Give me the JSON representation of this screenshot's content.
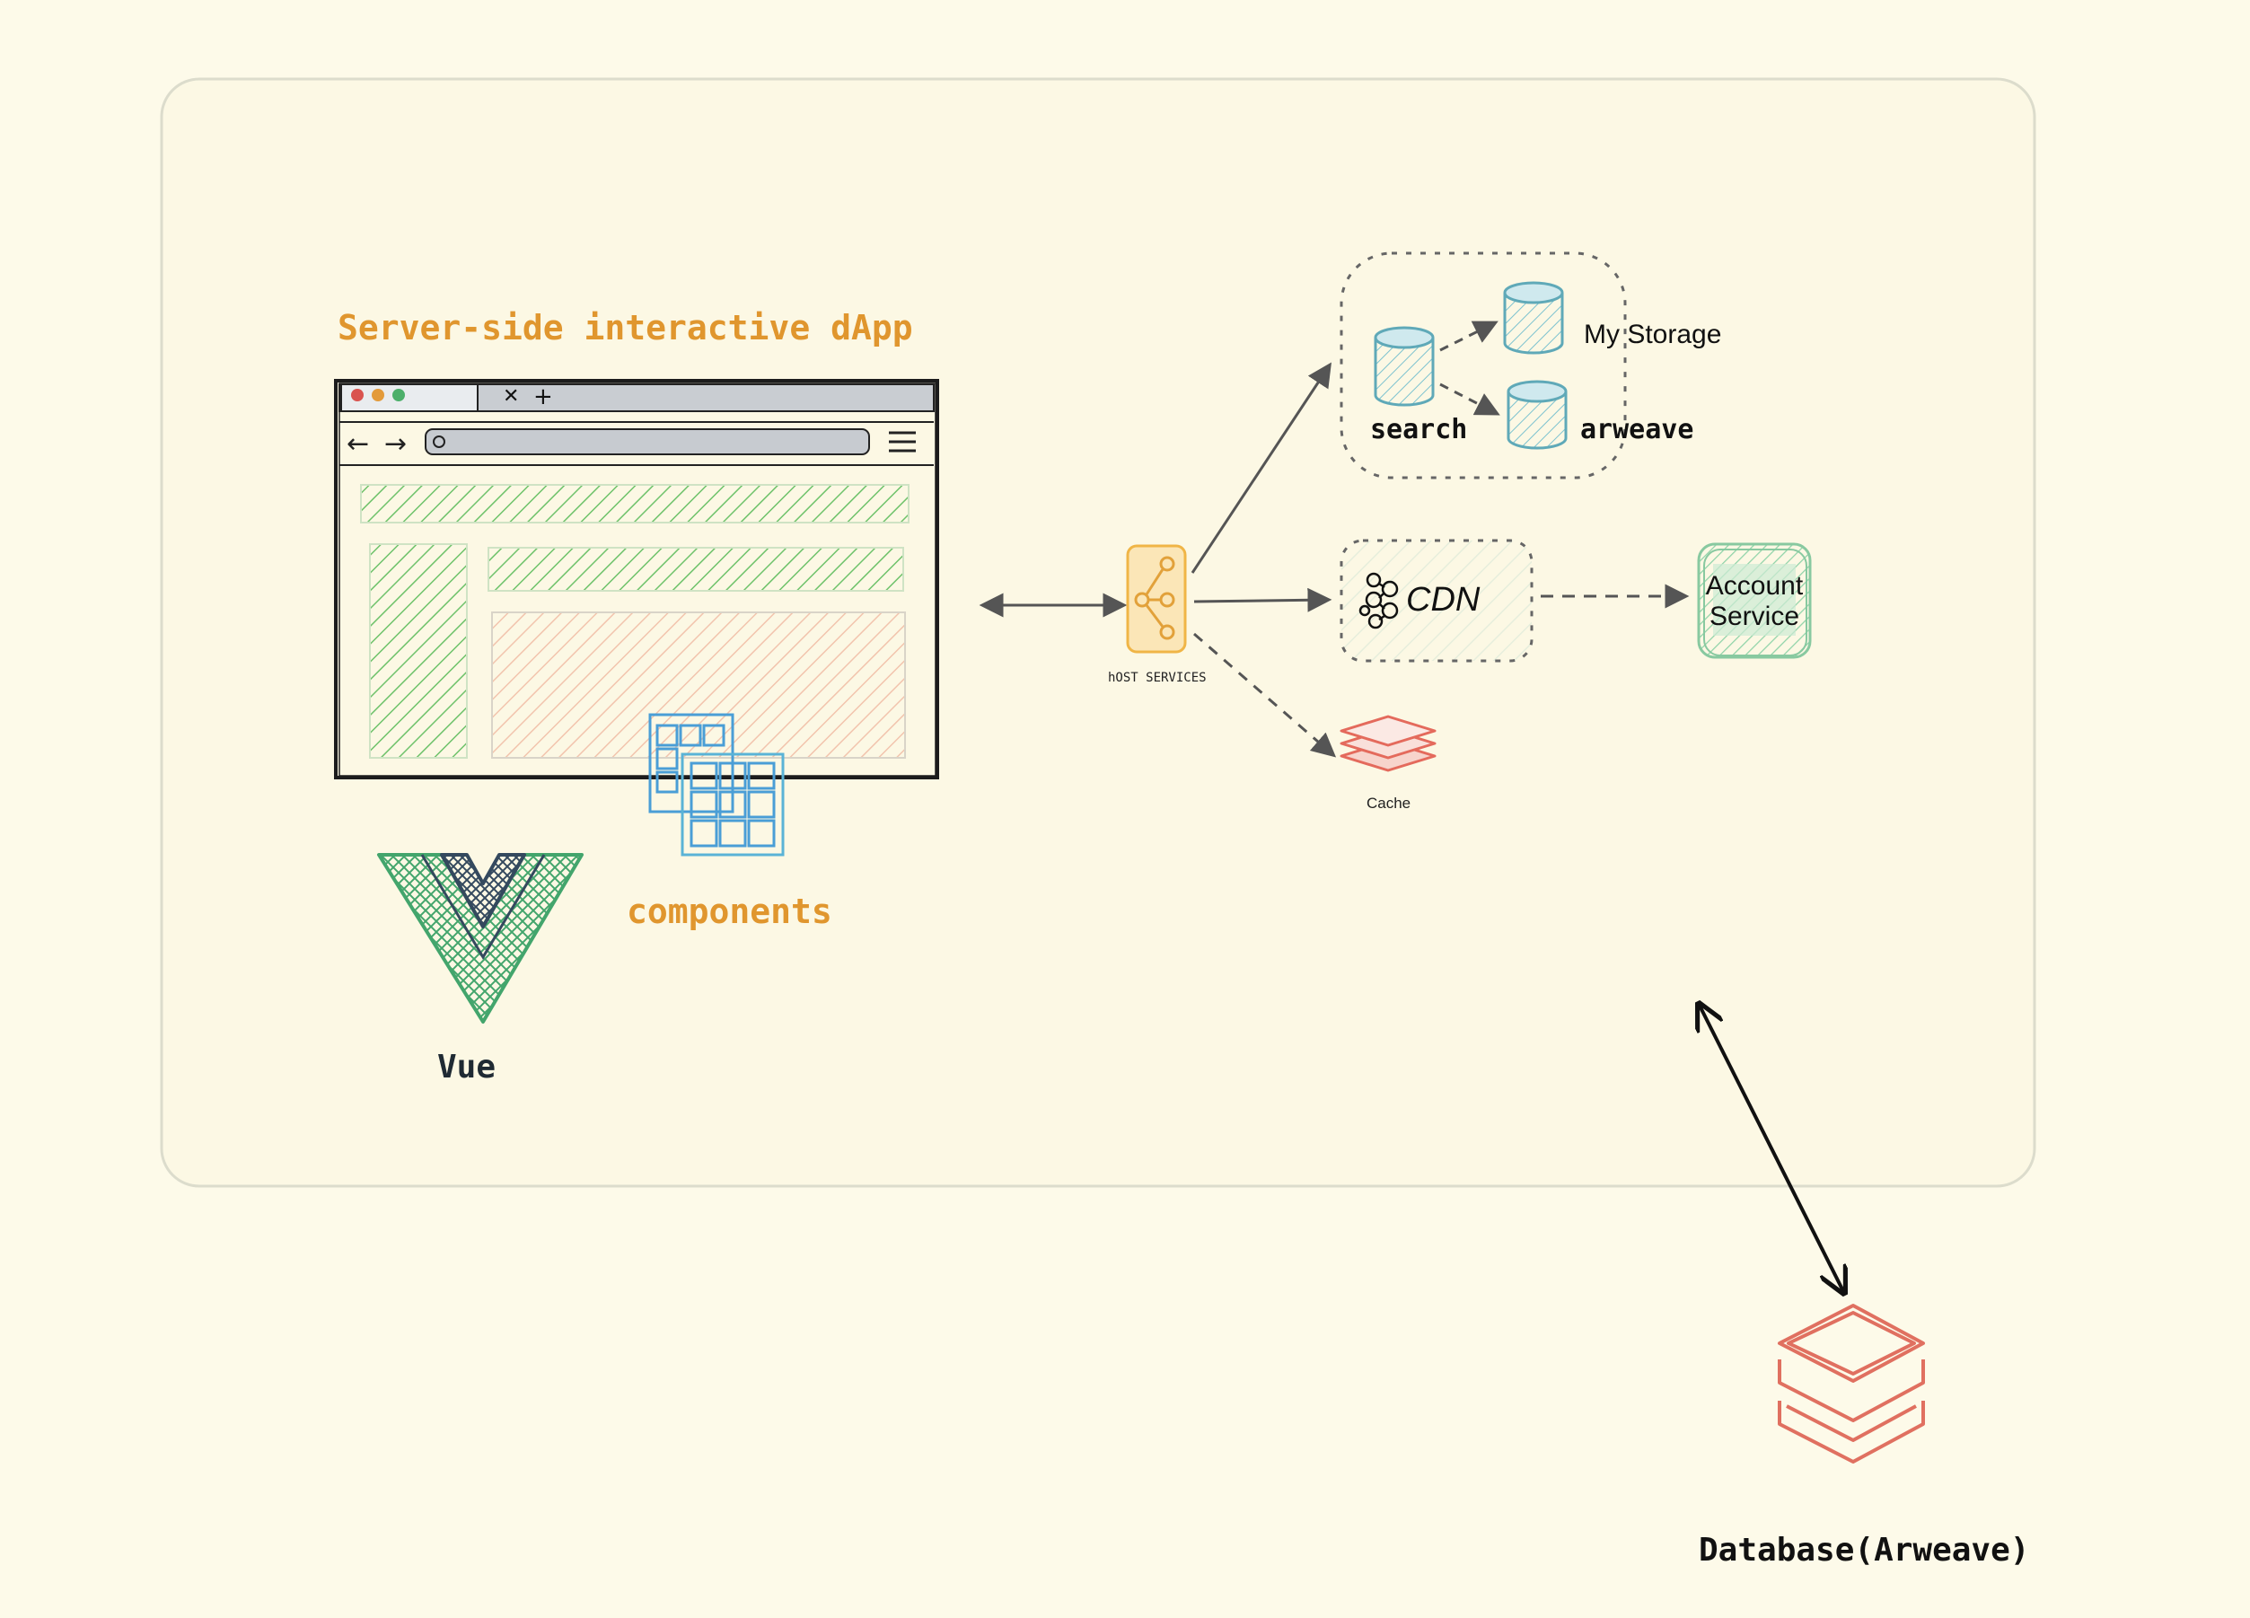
{
  "title": "Server-side interactive dApp",
  "labels": {
    "components": "components",
    "vue": "Vue",
    "host_services": "hOST SERVICES",
    "my_storage": "My Storage",
    "search": "search",
    "arweave": "arweave",
    "cdn": "CDN",
    "account_line1": "Account",
    "account_line2": "Service",
    "cache": "Cache",
    "database": "Database(Arweave)"
  },
  "colors": {
    "background": "#fdfae9",
    "title": "#e0962e",
    "hatch_green": "#6ec26a",
    "hatch_pink": "#f2c4ad",
    "storage_blue": "#5fa9b8",
    "host_orange": "#f0b546",
    "cache_red": "#e46a5c",
    "vue_green": "#43a56c",
    "vue_dark": "#34495e",
    "components_blue": "#4a9ed6",
    "database_red": "#e07060"
  },
  "icons": {
    "browser": "browser-window-icon",
    "components": "components-grid-icon",
    "vue": "vue-logo-icon",
    "host": "host-services-icon",
    "cylinder": "storage-cylinder-icon",
    "cdn": "cdn-network-icon",
    "cache": "cache-layers-icon",
    "database": "database-layers-icon"
  }
}
